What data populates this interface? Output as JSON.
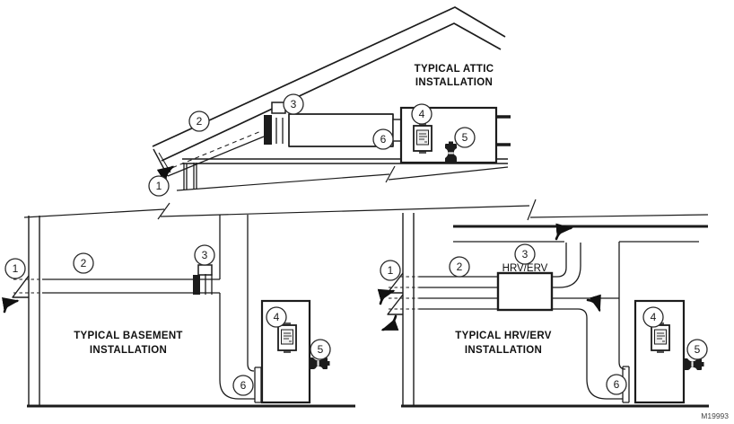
{
  "figure": {
    "code": "M19993"
  },
  "sections": {
    "attic": {
      "title1": "TYPICAL ATTIC",
      "title2": "INSTALLATION",
      "callouts": [
        "1",
        "2",
        "3",
        "4",
        "5",
        "6"
      ]
    },
    "basement": {
      "title1": "TYPICAL BASEMENT",
      "title2": "INSTALLATION",
      "callouts": [
        "1",
        "2",
        "3",
        "4",
        "5",
        "6"
      ]
    },
    "hrv": {
      "title1": "TYPICAL HRV/ERV",
      "title2": "INSTALLATION",
      "unit_label": "HRV/ERV",
      "callouts": [
        "1",
        "2",
        "3",
        "4",
        "5",
        "6"
      ]
    }
  }
}
